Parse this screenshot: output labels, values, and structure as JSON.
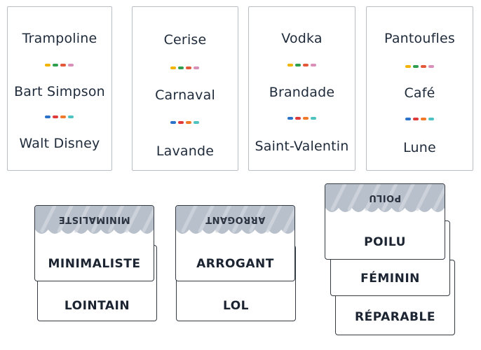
{
  "cards": [
    {
      "words": [
        "Trampoline",
        "Bart Simpson",
        "Walt Disney"
      ]
    },
    {
      "words": [
        "Cerise",
        "Carnaval",
        "Lavande"
      ]
    },
    {
      "words": [
        "Vodka",
        "Brandade",
        "Saint-Valentin"
      ]
    },
    {
      "words": [
        "Pantoufles",
        "Café",
        "Lune"
      ]
    }
  ],
  "separator_colors": [
    "#f2b400",
    "#2e9e4f",
    "#e4583a",
    "#d98fb8"
  ],
  "separator_colors_alt": [
    "#2a73c9",
    "#e03a3a",
    "#f07a2a",
    "#4fc2c2"
  ],
  "stacks": [
    {
      "back": "LOINTAIN",
      "front": "MINIMALISTE",
      "flipped": "MINIMALISTE"
    },
    {
      "back": "LOL",
      "front": "ARROGANT",
      "flipped": "ARROGANT"
    },
    {
      "back3": "RÉPARABLE",
      "back2": "FÉMININ",
      "front": "POILU",
      "flipped": "POILU"
    }
  ],
  "shade_color": "#b8c0cc"
}
